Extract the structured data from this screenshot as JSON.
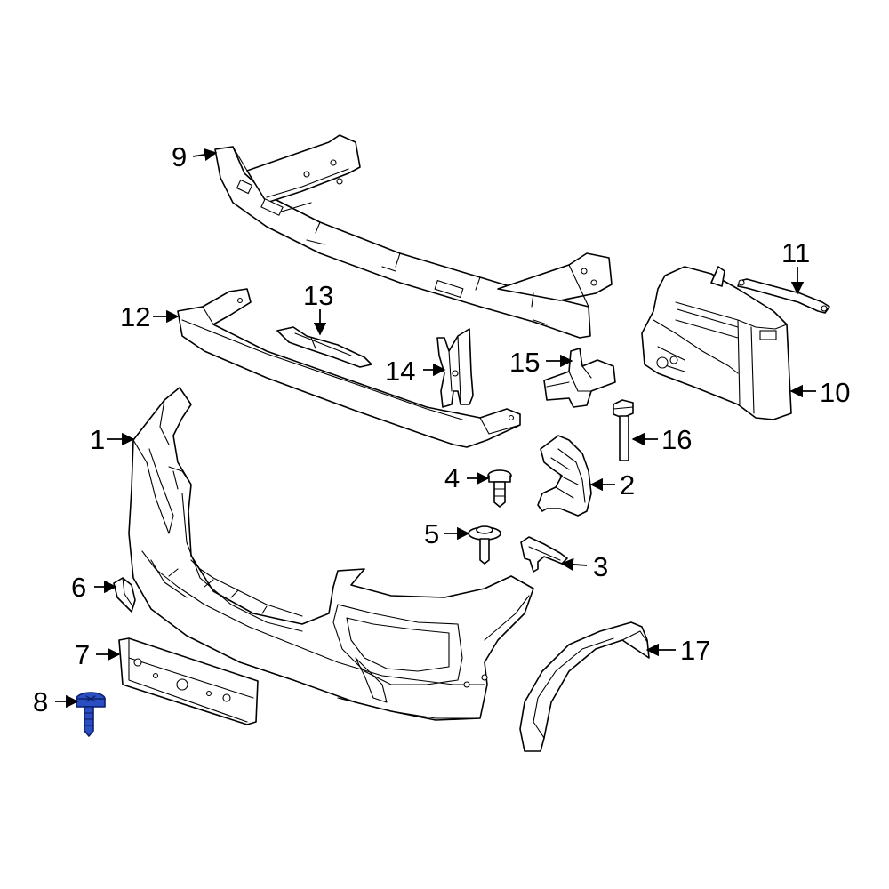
{
  "callouts": [
    {
      "id": "1",
      "label": "1"
    },
    {
      "id": "2",
      "label": "2"
    },
    {
      "id": "3",
      "label": "3"
    },
    {
      "id": "4",
      "label": "4"
    },
    {
      "id": "5",
      "label": "5"
    },
    {
      "id": "6",
      "label": "6"
    },
    {
      "id": "7",
      "label": "7"
    },
    {
      "id": "8",
      "label": "8"
    },
    {
      "id": "9",
      "label": "9"
    },
    {
      "id": "10",
      "label": "10"
    },
    {
      "id": "11",
      "label": "11"
    },
    {
      "id": "12",
      "label": "12"
    },
    {
      "id": "13",
      "label": "13"
    },
    {
      "id": "14",
      "label": "14"
    },
    {
      "id": "15",
      "label": "15"
    },
    {
      "id": "16",
      "label": "16"
    },
    {
      "id": "17",
      "label": "17"
    }
  ],
  "highlighted_part": "8",
  "colors": {
    "line": "#000000",
    "background": "#ffffff",
    "highlight_fill": "#2b4fc2",
    "highlight_stroke": "#0b1f6b"
  }
}
